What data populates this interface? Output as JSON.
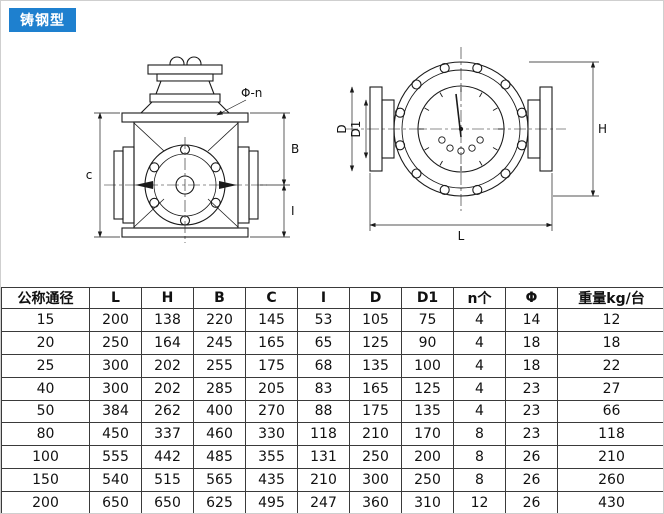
{
  "badge": {
    "label": "铸钢型",
    "bg_color": "#1e80cf"
  },
  "drawings": {
    "left": {
      "dim_phi_n": "Φ-n",
      "dim_c": "c",
      "dim_b": "B",
      "dim_i": "I"
    },
    "right": {
      "dim_d": "D",
      "dim_d1": "D1",
      "dim_h": "H",
      "dim_l": "L"
    }
  },
  "table": {
    "headers": [
      "公称通径",
      "L",
      "H",
      "B",
      "C",
      "I",
      "D",
      "D1",
      "n个",
      "Φ",
      "重量kg/台"
    ],
    "rows": [
      [
        "15",
        "200",
        "138",
        "220",
        "145",
        "53",
        "105",
        "75",
        "4",
        "14",
        "12"
      ],
      [
        "20",
        "250",
        "164",
        "245",
        "165",
        "65",
        "125",
        "90",
        "4",
        "18",
        "18"
      ],
      [
        "25",
        "300",
        "202",
        "255",
        "175",
        "68",
        "135",
        "100",
        "4",
        "18",
        "22"
      ],
      [
        "40",
        "300",
        "202",
        "285",
        "205",
        "83",
        "165",
        "125",
        "4",
        "23",
        "27"
      ],
      [
        "50",
        "384",
        "262",
        "400",
        "270",
        "88",
        "175",
        "135",
        "4",
        "23",
        "66"
      ],
      [
        "80",
        "450",
        "337",
        "460",
        "330",
        "118",
        "210",
        "170",
        "8",
        "23",
        "118"
      ],
      [
        "100",
        "555",
        "442",
        "485",
        "355",
        "131",
        "250",
        "200",
        "8",
        "26",
        "210"
      ],
      [
        "150",
        "540",
        "515",
        "565",
        "435",
        "210",
        "300",
        "250",
        "8",
        "26",
        "260"
      ],
      [
        "200",
        "650",
        "650",
        "625",
        "495",
        "247",
        "360",
        "310",
        "12",
        "26",
        "430"
      ]
    ]
  }
}
